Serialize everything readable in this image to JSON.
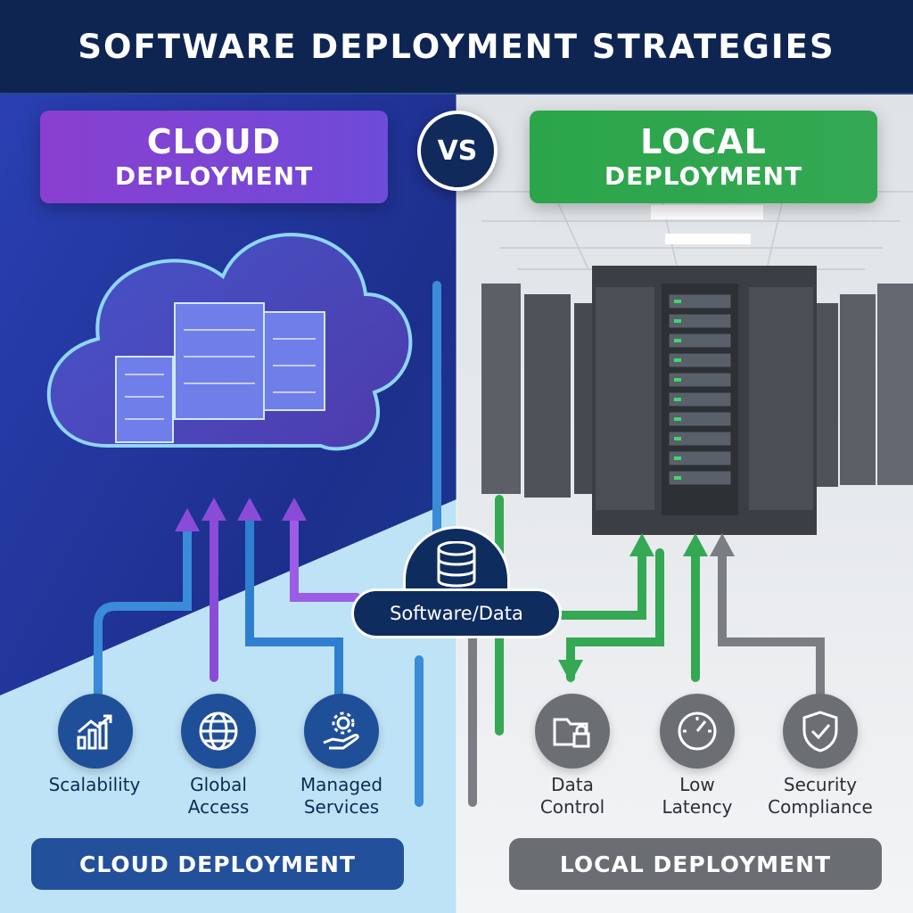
{
  "header": {
    "title": "SOFTWARE DEPLOYMENT STRATEGIES"
  },
  "cloud": {
    "title_line1": "CLOUD",
    "title_line2": "DEPLOYMENT",
    "bottom_label": "CLOUD DEPLOYMENT",
    "features": [
      {
        "label": "Scalability",
        "icon": "growth-chart-icon"
      },
      {
        "label": "Global\nAccess",
        "icon": "globe-icon"
      },
      {
        "label": "Managed\nServices",
        "icon": "hand-gear-icon"
      }
    ]
  },
  "vs": {
    "label": "VS"
  },
  "center": {
    "label": "Software/Data",
    "icon": "database-icon"
  },
  "local": {
    "title_line1": "LOCAL",
    "title_line2": "DEPLOYMENT",
    "bottom_label": "LOCAL DEPLOYMENT",
    "features": [
      {
        "label": "Data\nControl",
        "icon": "locked-folder-icon"
      },
      {
        "label": "Low\nLatency",
        "icon": "speedometer-icon"
      },
      {
        "label": "Security\nCompliance",
        "icon": "shield-check-icon"
      }
    ]
  },
  "colors": {
    "navy": "#0e2552",
    "cloud_purple": "#7a45d4",
    "cloud_blue": "#23509a",
    "local_green": "#34a853",
    "local_gray": "#6a6e73"
  }
}
